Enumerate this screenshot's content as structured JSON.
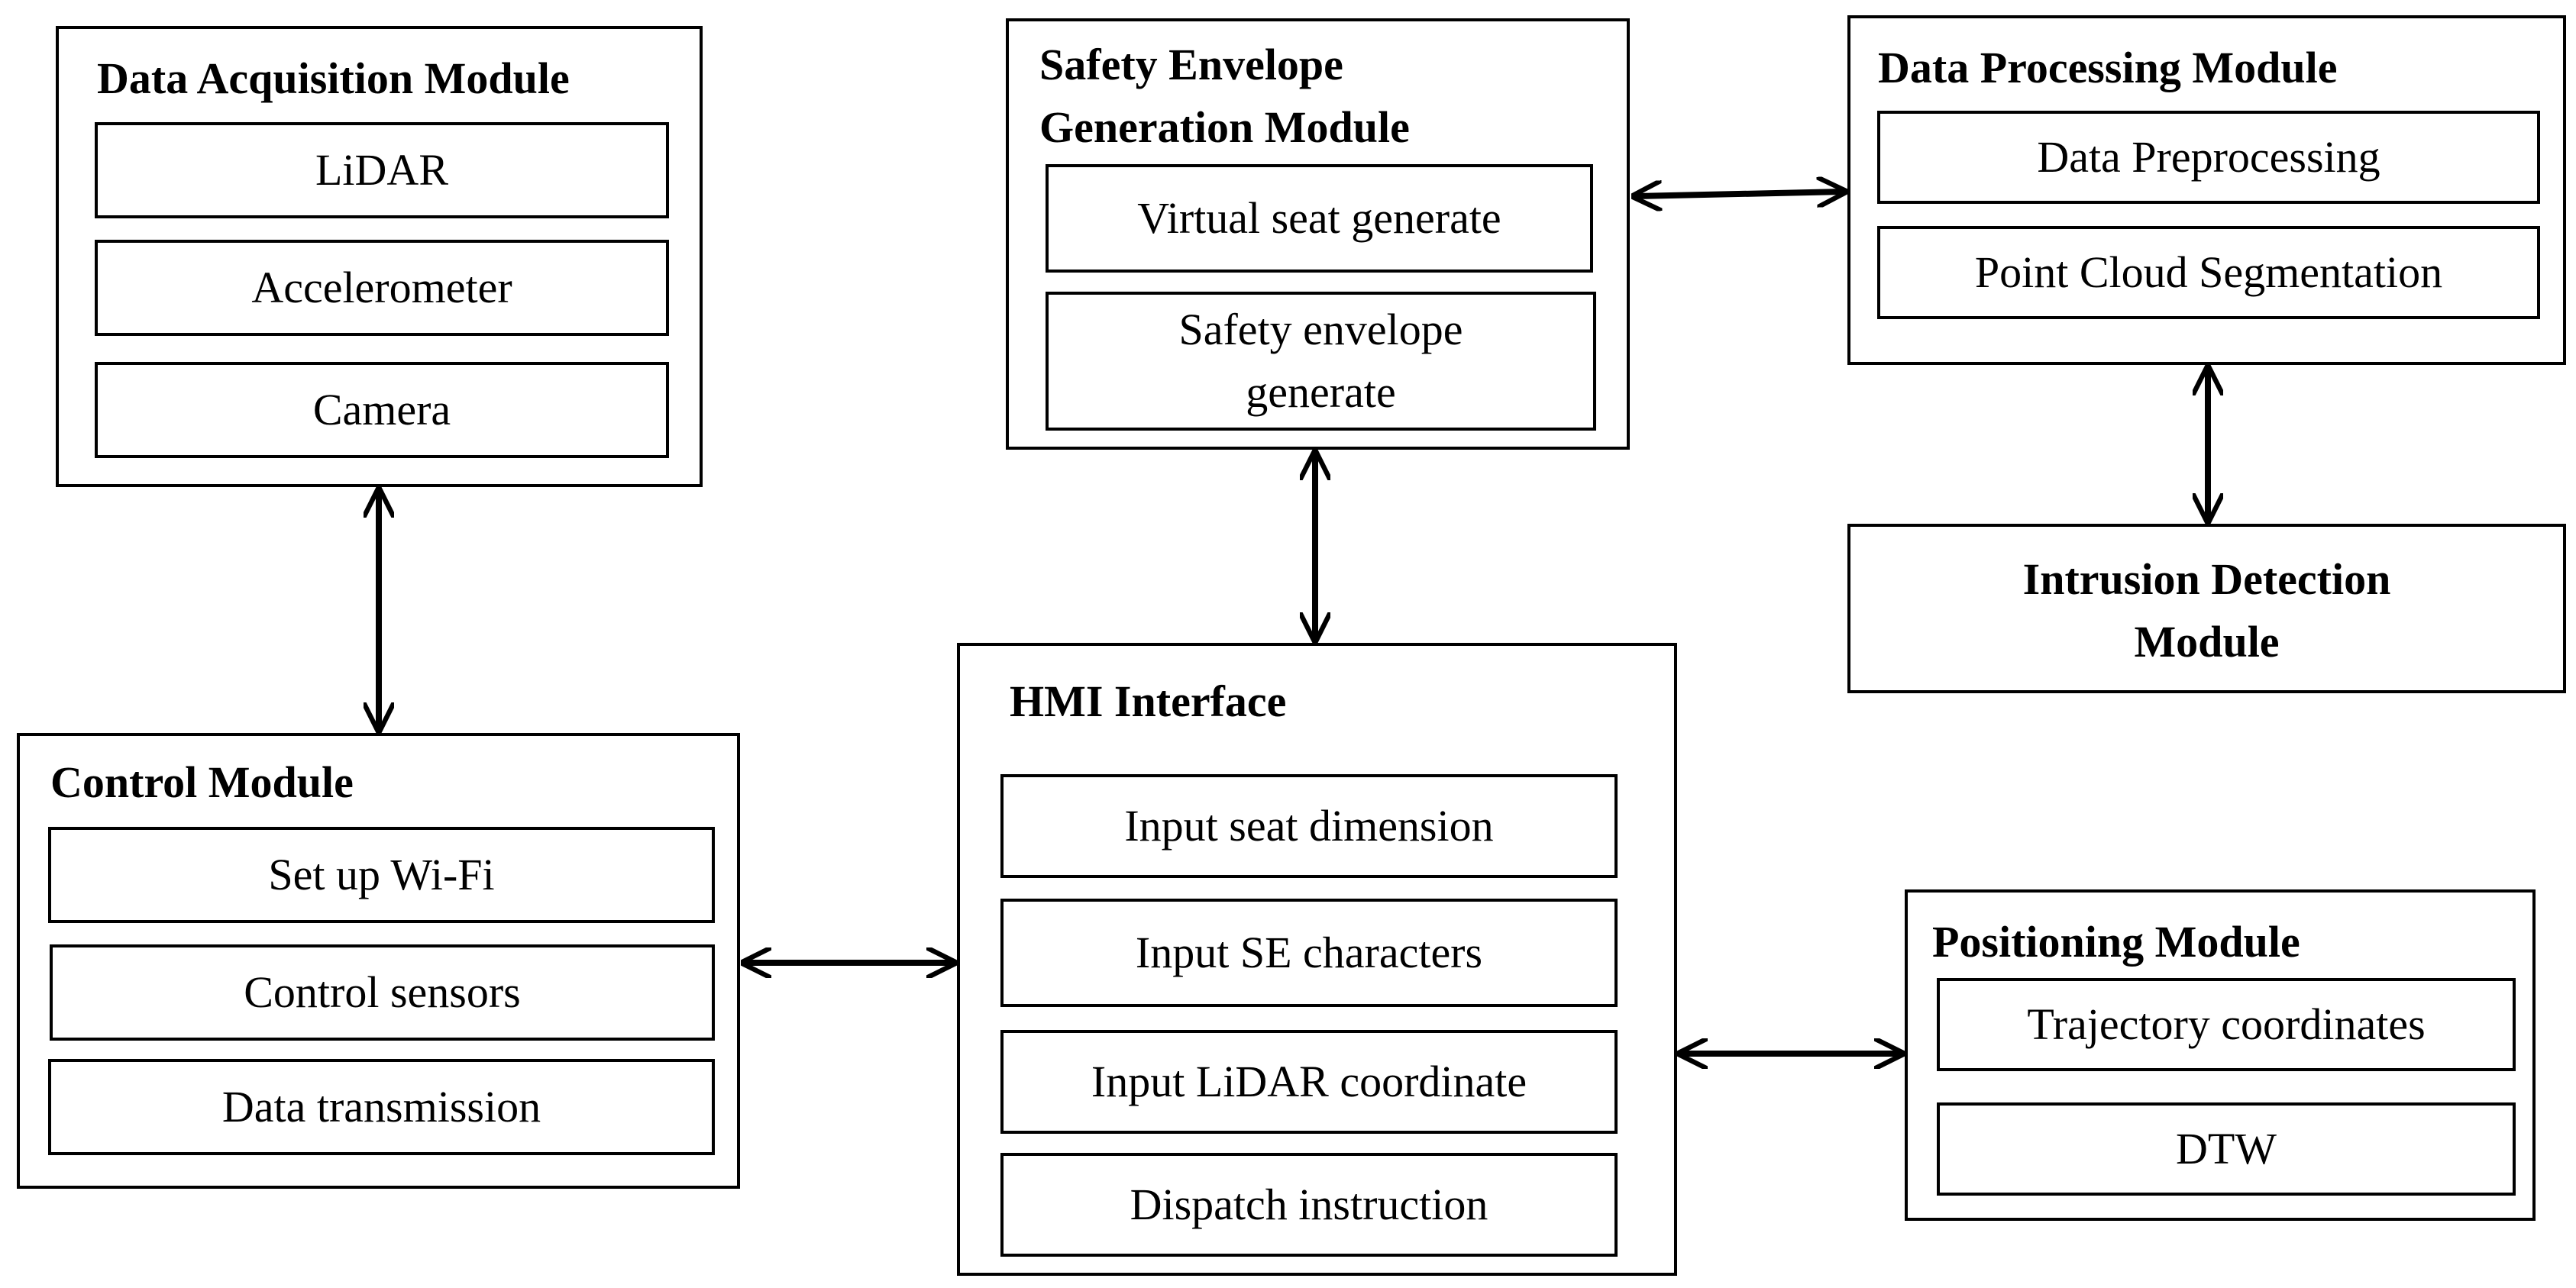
{
  "modules": {
    "data_acquisition": {
      "title": "Data Acquisition Module",
      "items": [
        "LiDAR",
        "Accelerometer",
        "Camera"
      ]
    },
    "control": {
      "title": "Control Module",
      "items": [
        "Set up Wi-Fi",
        "Control sensors",
        "Data transmission"
      ]
    },
    "safety_envelope": {
      "title": "Safety Envelope\nGeneration Module",
      "items": [
        "Virtual  seat generate",
        "Safety envelope\ngenerate"
      ]
    },
    "hmi": {
      "title": "HMI Interface",
      "items": [
        "Input seat dimension",
        "Input SE characters",
        "Input LiDAR coordinate",
        "Dispatch instruction"
      ]
    },
    "data_processing": {
      "title": "Data Processing Module",
      "items": [
        "Data Preprocessing",
        "Point Cloud Segmentation"
      ]
    },
    "intrusion_detection": {
      "title": "Intrusion Detection\nModule"
    },
    "positioning": {
      "title": "Positioning Module",
      "items": [
        "Trajectory coordinates",
        "DTW"
      ]
    }
  },
  "connections": [
    {
      "from": "Data Acquisition Module",
      "to": "Control Module"
    },
    {
      "from": "Control Module",
      "to": "HMI Interface"
    },
    {
      "from": "Safety Envelope Generation Module",
      "to": "HMI Interface"
    },
    {
      "from": "Safety Envelope Generation Module",
      "to": "Data Processing Module"
    },
    {
      "from": "Data Processing Module",
      "to": "Intrusion Detection Module"
    },
    {
      "from": "HMI Interface",
      "to": "Positioning Module"
    }
  ],
  "style": {
    "line_color": "#000000",
    "background": "#ffffff"
  }
}
